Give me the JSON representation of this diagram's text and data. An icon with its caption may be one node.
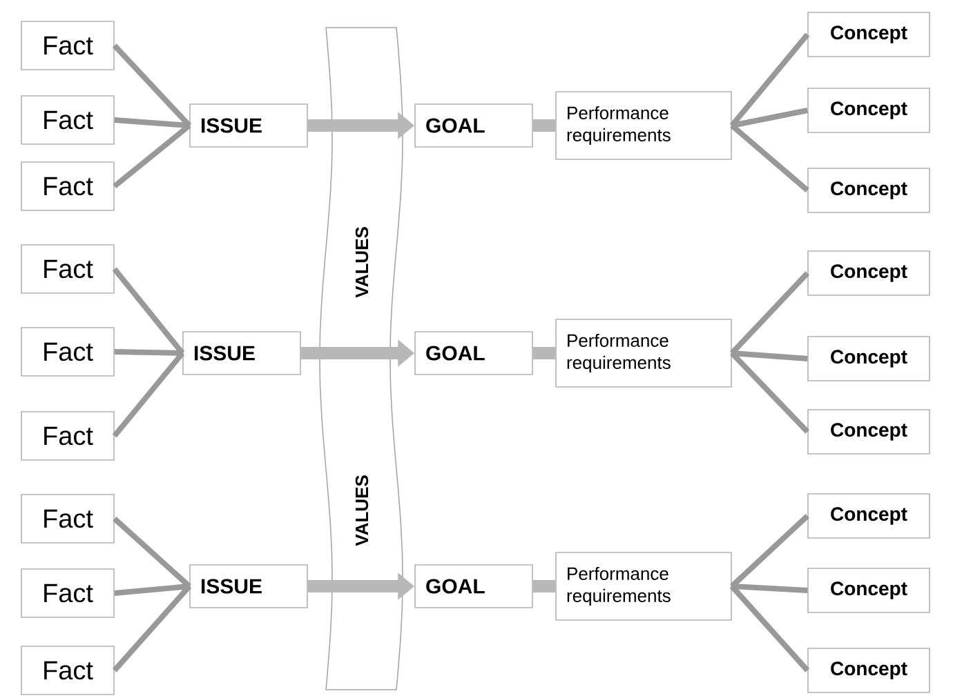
{
  "diagram": {
    "nodes": [
      {
        "text": [
          "Fact"
        ]
      },
      {
        "text": [
          "Fact"
        ]
      },
      {
        "text": [
          "Fact"
        ]
      },
      {
        "text": [
          "ISSUE"
        ]
      },
      {
        "text": [
          "GOAL"
        ]
      },
      {
        "text": [
          "Performance requirements"
        ]
      },
      {
        "text": [
          "Concept"
        ]
      },
      {
        "text": [
          "Concept"
        ]
      },
      {
        "text": [
          "Concept"
        ]
      },
      {
        "text": [
          "Fact"
        ]
      },
      {
        "text": [
          "Fact"
        ]
      },
      {
        "text": [
          "Fact"
        ]
      },
      {
        "text": [
          "ISSUE"
        ]
      },
      {
        "text": [
          "GOAL"
        ]
      },
      {
        "text": [
          "Performance requirements"
        ]
      },
      {
        "text": [
          "Concept"
        ]
      },
      {
        "text": [
          "Concept"
        ]
      },
      {
        "text": [
          "Concept"
        ]
      },
      {
        "text": [
          "Fact"
        ]
      },
      {
        "text": [
          "Fact"
        ]
      },
      {
        "text": [
          "Fact"
        ]
      },
      {
        "text": [
          "ISSUE"
        ]
      },
      {
        "text": [
          "GOAL"
        ]
      },
      {
        "text": [
          "Performance requirements"
        ]
      },
      {
        "text": [
          "Concept"
        ]
      },
      {
        "text": [
          "Concept"
        ]
      },
      {
        "text": [
          "Concept"
        ]
      }
    ],
    "edges": [
      {
        "from": 0,
        "to": 3,
        "arrow": "none"
      },
      {
        "from": 1,
        "to": 3,
        "arrow": "none"
      },
      {
        "from": 2,
        "to": 3,
        "arrow": "none"
      },
      {
        "from": 3,
        "to": 4,
        "arrow": "to",
        "style": "thick",
        "color": "#b8b8b8"
      },
      {
        "from": 4,
        "to": 5,
        "arrow": "none",
        "style": "thick",
        "color": "#b8b8b8"
      },
      {
        "from": 5,
        "to": 6,
        "arrow": "none"
      },
      {
        "from": 5,
        "to": 7,
        "arrow": "none"
      },
      {
        "from": 5,
        "to": 8,
        "arrow": "none"
      },
      {
        "from": 9,
        "to": 12,
        "arrow": "none"
      },
      {
        "from": 10,
        "to": 12,
        "arrow": "none"
      },
      {
        "from": 11,
        "to": 12,
        "arrow": "none"
      },
      {
        "from": 12,
        "to": 13,
        "arrow": "to",
        "style": "thick",
        "color": "#b8b8b8"
      },
      {
        "from": 13,
        "to": 14,
        "arrow": "none",
        "style": "thick",
        "color": "#b8b8b8"
      },
      {
        "from": 14,
        "to": 15,
        "arrow": "none"
      },
      {
        "from": 14,
        "to": 16,
        "arrow": "none"
      },
      {
        "from": 14,
        "to": 17,
        "arrow": "none"
      },
      {
        "from": 18,
        "to": 21,
        "arrow": "none"
      },
      {
        "from": 19,
        "to": 21,
        "arrow": "none"
      },
      {
        "from": 20,
        "to": 21,
        "arrow": "none"
      },
      {
        "from": 21,
        "to": 22,
        "arrow": "to",
        "style": "thick",
        "color": "#b8b8b8"
      },
      {
        "from": 22,
        "to": 23,
        "arrow": "none",
        "style": "thick",
        "color": "#b8b8b8"
      },
      {
        "from": 23,
        "to": 24,
        "arrow": "none"
      },
      {
        "from": 23,
        "to": 25,
        "arrow": "none"
      },
      {
        "from": 23,
        "to": 26,
        "arrow": "none"
      }
    ],
    "labels": [
      "VALUES",
      "VALUES"
    ]
  }
}
